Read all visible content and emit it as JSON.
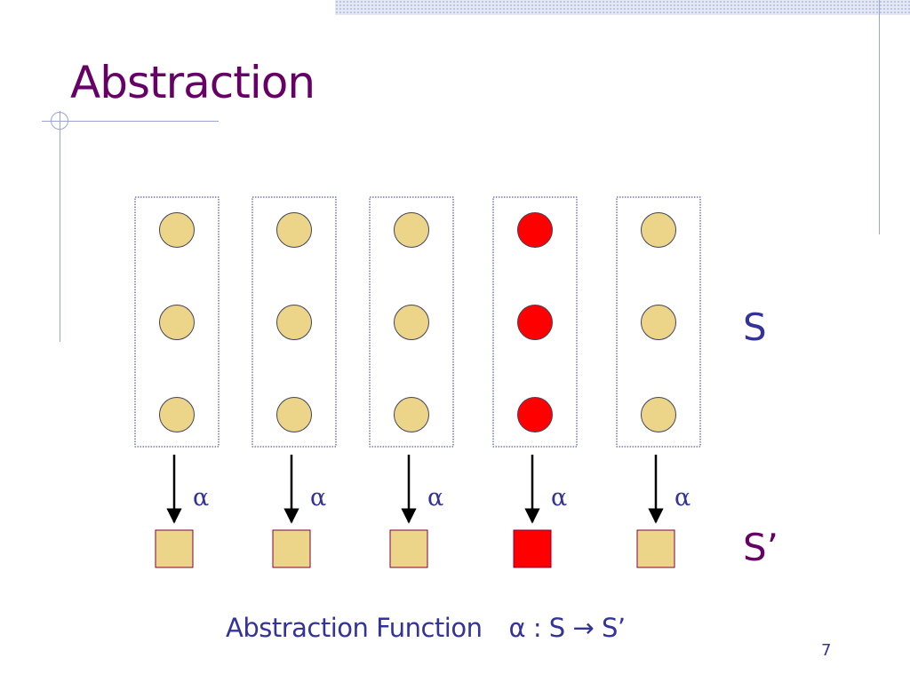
{
  "slide": {
    "title": "Abstraction",
    "page_number": "7"
  },
  "diagram": {
    "alpha_symbol": "α",
    "columns": [
      {
        "states": [
          "#ecd488",
          "#ecd488",
          "#ecd488"
        ],
        "abstract": "#ecd488"
      },
      {
        "states": [
          "#ecd488",
          "#ecd488",
          "#ecd488"
        ],
        "abstract": "#ecd488"
      },
      {
        "states": [
          "#ecd488",
          "#ecd488",
          "#ecd488"
        ],
        "abstract": "#ecd488"
      },
      {
        "states": [
          "#ff0000",
          "#ff0000",
          "#ff0000"
        ],
        "abstract": "#ff0000"
      },
      {
        "states": [
          "#ecd488",
          "#ecd488",
          "#ecd488"
        ],
        "abstract": "#ecd488"
      }
    ],
    "concrete_label": "S",
    "abstract_label": "S’"
  },
  "caption": {
    "prefix": "Abstraction Function",
    "formula": "α : S → S’"
  },
  "colors": {
    "title": "#660066",
    "text": "#333399",
    "state_default": "#ecd488",
    "state_highlight": "#ff0000",
    "guide_lines": "#9aa6d2"
  }
}
